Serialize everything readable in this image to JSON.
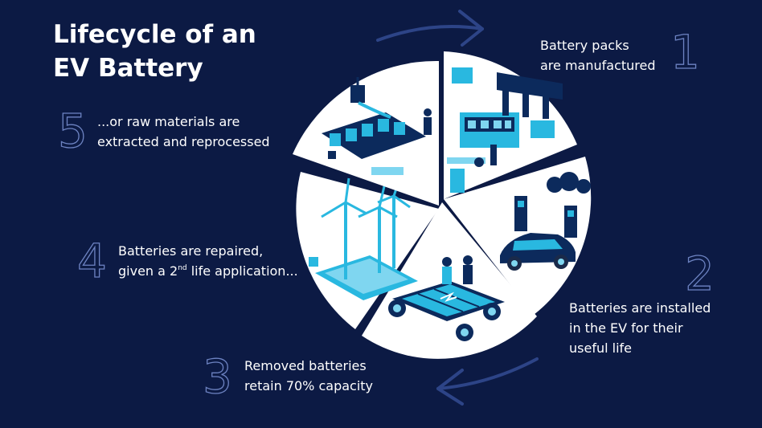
{
  "title": {
    "line1": "Lifecycle of an",
    "line2": "EV Battery"
  },
  "steps": [
    {
      "number": "1",
      "line1": "Battery packs",
      "line2": "are manufactured"
    },
    {
      "number": "2",
      "line1": "Batteries are installed",
      "line2": "in the EV for their",
      "line3": "useful life"
    },
    {
      "number": "3",
      "line1": "Removed batteries",
      "line2": "retain 70% capacity"
    },
    {
      "number": "4",
      "line1": "Batteries are repaired,",
      "line2a": "given a 2",
      "line2sup": "nd",
      "line2b": " life application..."
    },
    {
      "number": "5",
      "line1": "...or raw materials are",
      "line2": "extracted and reprocessed"
    }
  ],
  "colors": {
    "background": "#0c1a44",
    "slice": "#ffffff",
    "accent": "#29b8e0",
    "dark_blue": "#0c2a5c",
    "number_outline": "#6d83c2",
    "arrow": "#2d4487"
  }
}
